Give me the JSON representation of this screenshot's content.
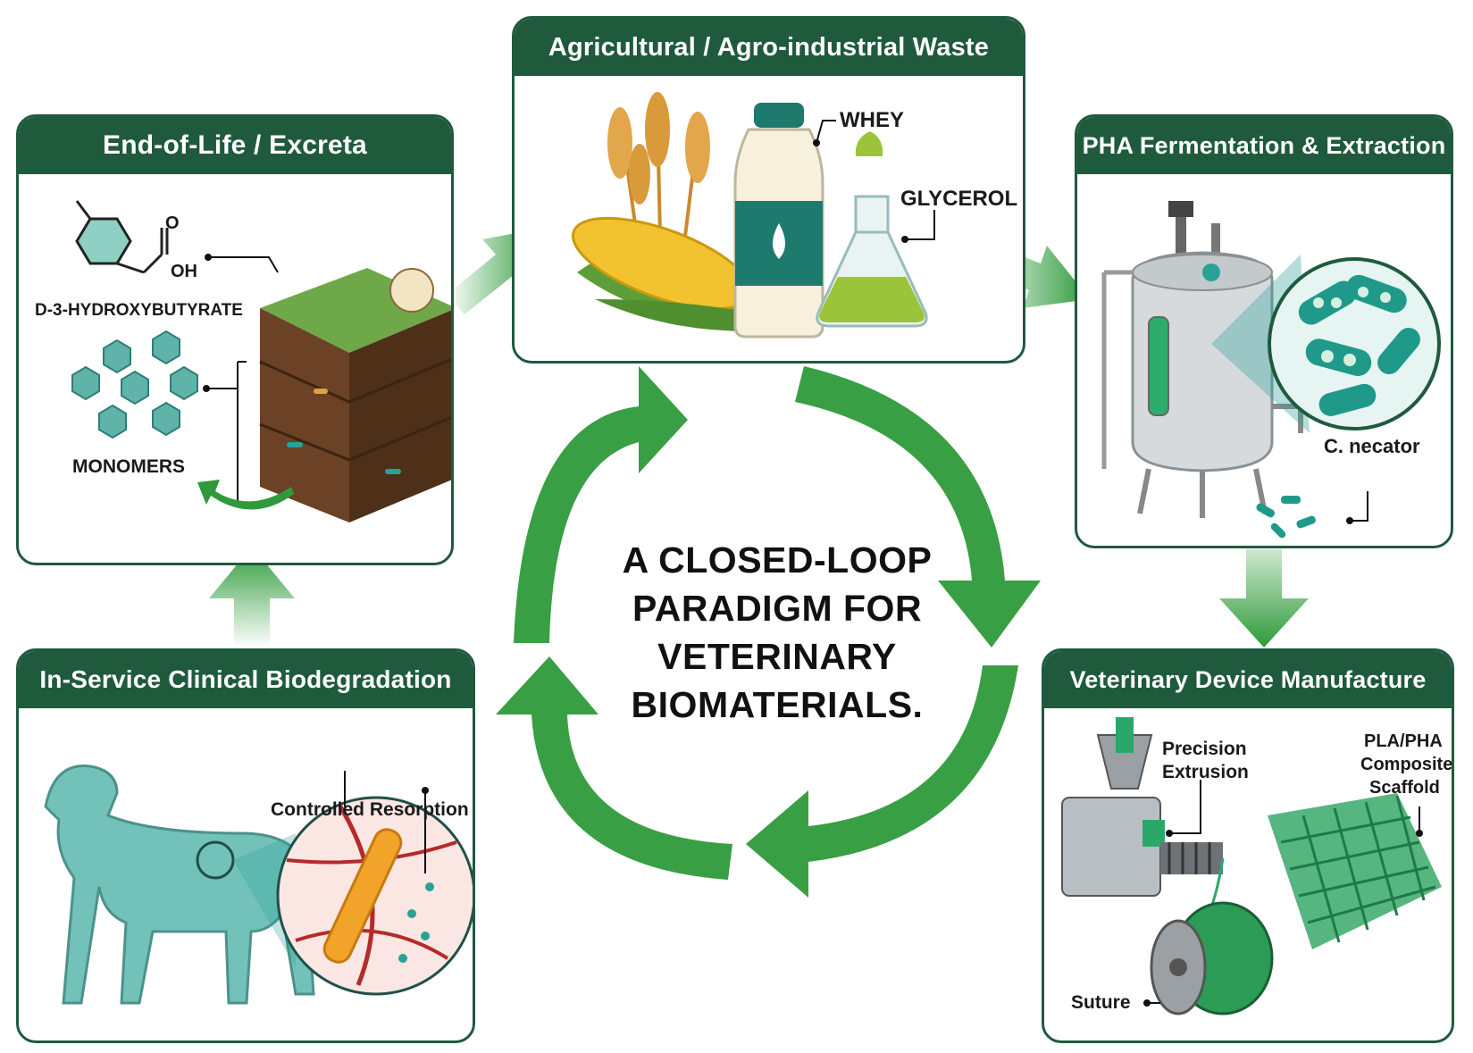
{
  "colors": {
    "panel_header": "#1f5a3d",
    "arrow_green": "#2e9a3a",
    "teal": "#2aa198",
    "soil": "#6b4226"
  },
  "center": {
    "line1": "A CLOSED-LOOP",
    "line2": "PARADIGM FOR",
    "line3": "VETERINARY",
    "line4": "BIOMATERIALS."
  },
  "panels": {
    "waste": {
      "title": "Agricultural / Agro-industrial Waste",
      "label_whey": "WHEY",
      "label_glycerol": "GLYCEROL",
      "icons": [
        "wheat-icon",
        "corn-icon",
        "milk-bottle-icon",
        "flask-icon"
      ]
    },
    "fermentation": {
      "title": "PHA Fermentation & Extraction",
      "label_organism": "C. necator",
      "icons": [
        "bioreactor-icon",
        "bacteria-icon"
      ]
    },
    "manufacture": {
      "title": "Veterinary Device Manufacture",
      "label_extrusion_1": "Precision",
      "label_extrusion_2": "Extrusion",
      "label_scaffold_1": "PLA/PHA",
      "label_scaffold_2": "Composite",
      "label_scaffold_3": "Scaffold",
      "label_suture": "Suture",
      "icons": [
        "extruder-icon",
        "suture-spool-icon",
        "scaffold-mesh-icon"
      ]
    },
    "clinical": {
      "title": "In-Service Clinical Biodegradation",
      "label_resorption": "Controlled Resorption",
      "icons": [
        "dog-icon",
        "implant-icon"
      ]
    },
    "endoflife": {
      "title": "End-of-Life / Excreta",
      "label_oh": "OH",
      "label_o": "O",
      "label_molecule": "D-3-HYDROXYBUTYRATE",
      "label_monomers": "MONOMERS",
      "icons": [
        "molecule-icon",
        "hexagon-cluster-icon",
        "soil-block-icon"
      ]
    }
  }
}
